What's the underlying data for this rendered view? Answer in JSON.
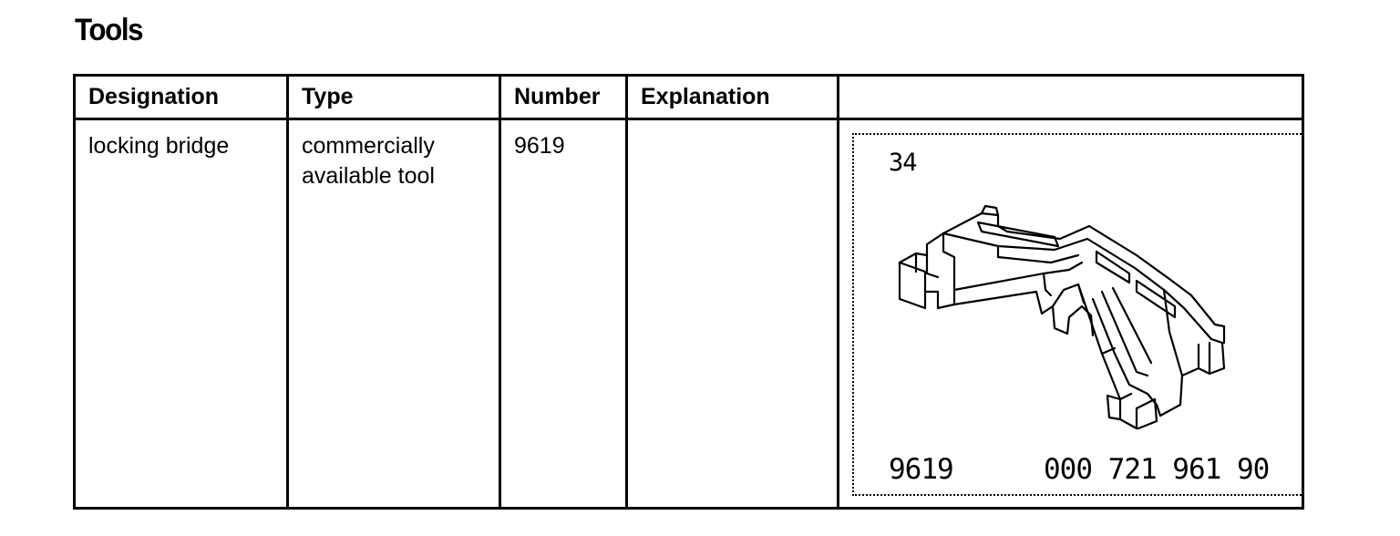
{
  "page": {
    "title": "Tools"
  },
  "table": {
    "headers": [
      "Designation",
      "Type",
      "Number",
      "Explanation",
      ""
    ],
    "rows": [
      {
        "designation": "locking bridge",
        "type_line1": "commercially",
        "type_line2": "available tool",
        "number": "9619",
        "explanation": "",
        "figure": {
          "ref": "34",
          "tool_number": "9619",
          "part_number": "000 721 961 90",
          "icon": "locking-bridge-drawing"
        }
      }
    ]
  }
}
